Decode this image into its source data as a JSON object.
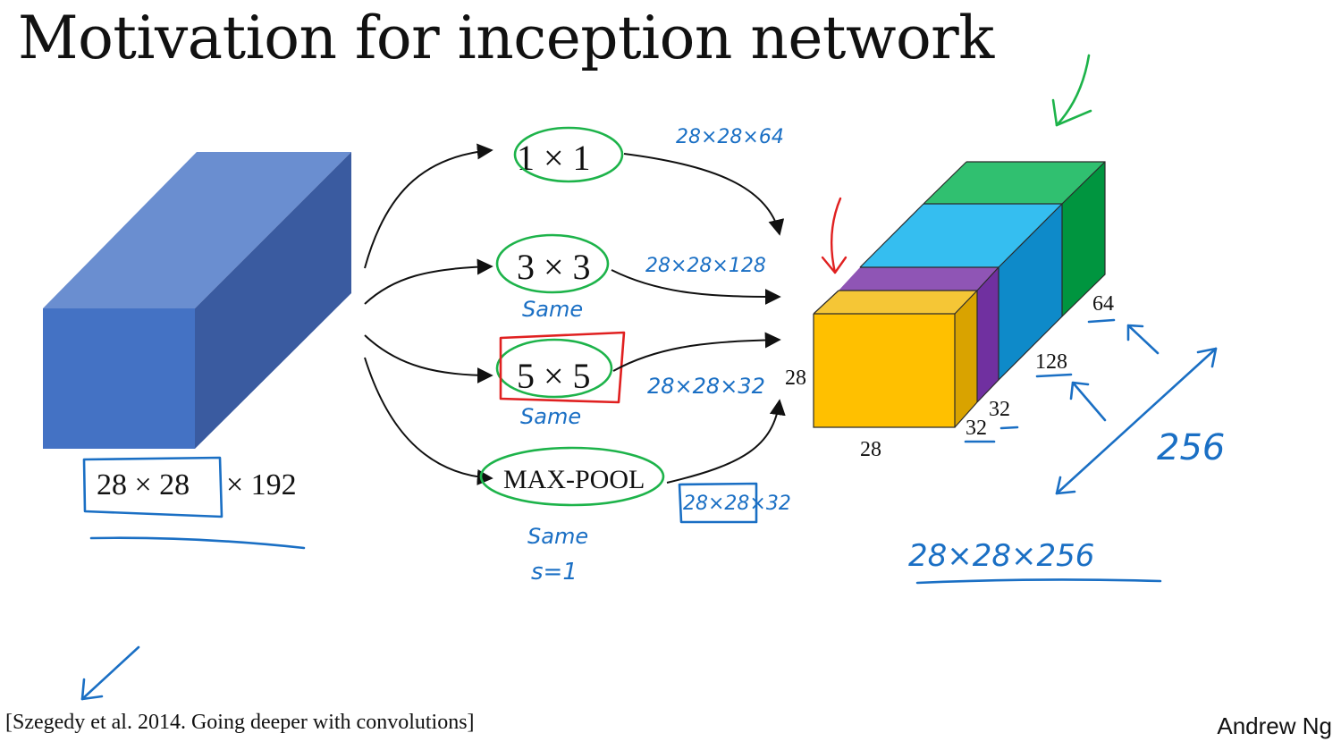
{
  "slide": {
    "title": "Motivation for inception network",
    "citation": "[Szegedy et al. 2014. Going deeper with convolutions]",
    "author": "Andrew Ng"
  },
  "input_volume": {
    "label_boxed": "28 × 28",
    "label_rest": "× 192",
    "color_front": "#4472C4",
    "color_side": "#3A5BA0",
    "color_top": "#6A8ED0"
  },
  "operations": [
    {
      "label": "1 × 1",
      "annotation": "28×28×64",
      "note": ""
    },
    {
      "label": "3 × 3",
      "annotation": "28×28×128",
      "note": "Same"
    },
    {
      "label": "5 × 5",
      "annotation": "28×28×32",
      "note": "Same"
    },
    {
      "label": "MAX-POOL",
      "annotation": "28×28×32",
      "note": "Same",
      "note2": "s=1"
    }
  ],
  "output_volume": {
    "height_label": "28",
    "width_label": "28",
    "depth_labels": [
      "32",
      "32",
      "128",
      "64"
    ],
    "total_annotation": "256",
    "shape_annotation": "28×28×256",
    "colors": {
      "yellow": "#FFC000",
      "yellow_side": "#D9A300",
      "yellow_top": "#F5C636",
      "purple": "#7030A0",
      "purple_top": "#8F55B5",
      "blue": "#0E8AC9",
      "blue_top": "#35BEF0",
      "green": "#00953F",
      "green_top": "#30C070"
    }
  },
  "ink_colors": {
    "blue": "#1A6FC4",
    "green": "#1DB34A",
    "red": "#E02020"
  }
}
